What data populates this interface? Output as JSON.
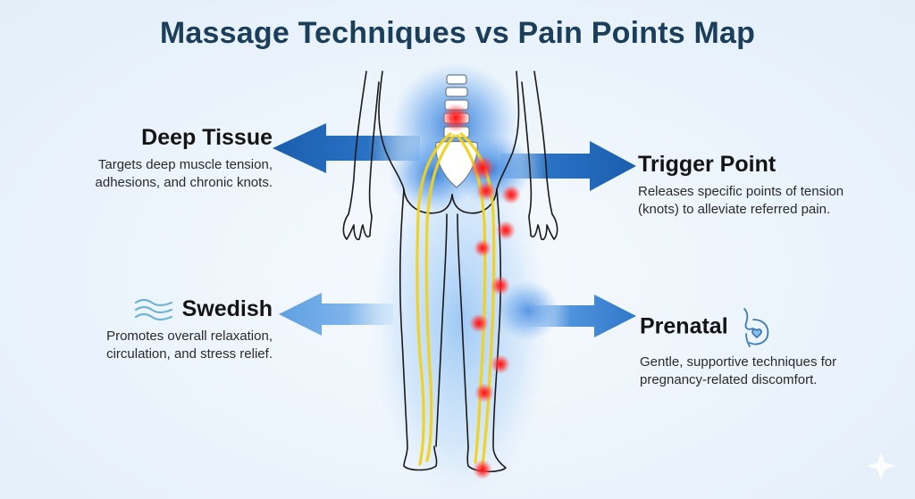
{
  "title": "Massage Techniques vs Pain Points Map",
  "techniques": {
    "deep_tissue": {
      "name": "Deep Tissue",
      "desc_line1": "Targets deep muscle tension,",
      "desc_line2": "adhesions, and chronic knots."
    },
    "trigger_point": {
      "name": "Trigger Point",
      "desc_line1": "Releases specific points of tension",
      "desc_line2": "(knots) to alleviate referred pain."
    },
    "swedish": {
      "name": "Swedish",
      "desc_line1": "Promotes overall relaxation,",
      "desc_line2": "circulation, and stress relief.",
      "icon": "waves-icon"
    },
    "prenatal": {
      "name": "Prenatal",
      "desc_line1": "Gentle, supportive techniques for",
      "desc_line2": "pregnancy-related discomfort.",
      "icon": "pregnant-figure-icon"
    }
  },
  "colors": {
    "title": "#1b3f5a",
    "arrow_dark": "#1f66b5",
    "arrow_light": "#6ea9e4",
    "nerve": "#f2d21c",
    "pain_point": "#ff2222",
    "glow": "#2f7fe0"
  }
}
